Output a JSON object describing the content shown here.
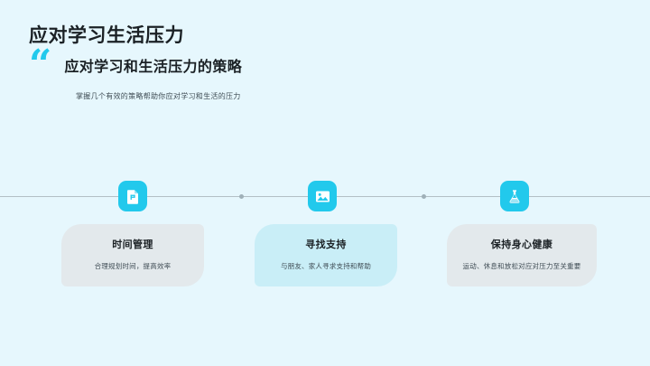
{
  "slide": {
    "background_color": "#e6f7fd",
    "accent_color": "#22c9ec"
  },
  "header": {
    "main_title": "应对学习生活压力",
    "quote_glyph": "“",
    "sub_title": "应对学习和生活压力的策略",
    "lead_text": "掌握几个有效的策略帮助你应对学习和生活的压力"
  },
  "timeline": {
    "icons": [
      {
        "name": "document-icon",
        "label": "document"
      },
      {
        "name": "image-icon",
        "label": "image"
      },
      {
        "name": "flask-icon",
        "label": "flask"
      }
    ],
    "dot_color": "#9fb0b8",
    "line_color": "#a9b6bc"
  },
  "cards": [
    {
      "title": "时间管理",
      "desc": "合理规划时间，提高效率",
      "background_color": "#e3e9ec"
    },
    {
      "title": "寻找支持",
      "desc": "与朋友、家人寻求支持和帮助",
      "background_color": "#c9eef7"
    },
    {
      "title": "保持身心健康",
      "desc": "运动、休息和放松对应对压力至关重要",
      "background_color": "#e3e9ec"
    }
  ]
}
